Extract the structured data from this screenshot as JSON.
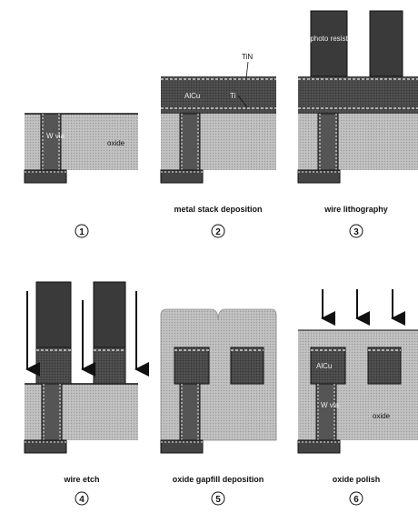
{
  "steps": [
    {
      "number": "1",
      "caption": ""
    },
    {
      "number": "2",
      "caption": "metal stack deposition"
    },
    {
      "number": "3",
      "caption": "wire lithography"
    },
    {
      "number": "4",
      "caption": "wire etch"
    },
    {
      "number": "5",
      "caption": "oxide gapfill deposition"
    },
    {
      "number": "6",
      "caption": "oxide polish"
    }
  ],
  "labels": {
    "w_via": "W via",
    "oxide": "oxide",
    "tin": "TiN",
    "alcu": "AlCu",
    "ti": "Ti",
    "photo_resist": "photo resist"
  },
  "colors": {
    "oxide": "#bdbdbd",
    "metal": "#4a4a4a",
    "resist": "#3a3a3a",
    "liner": "#e8e8e8"
  }
}
